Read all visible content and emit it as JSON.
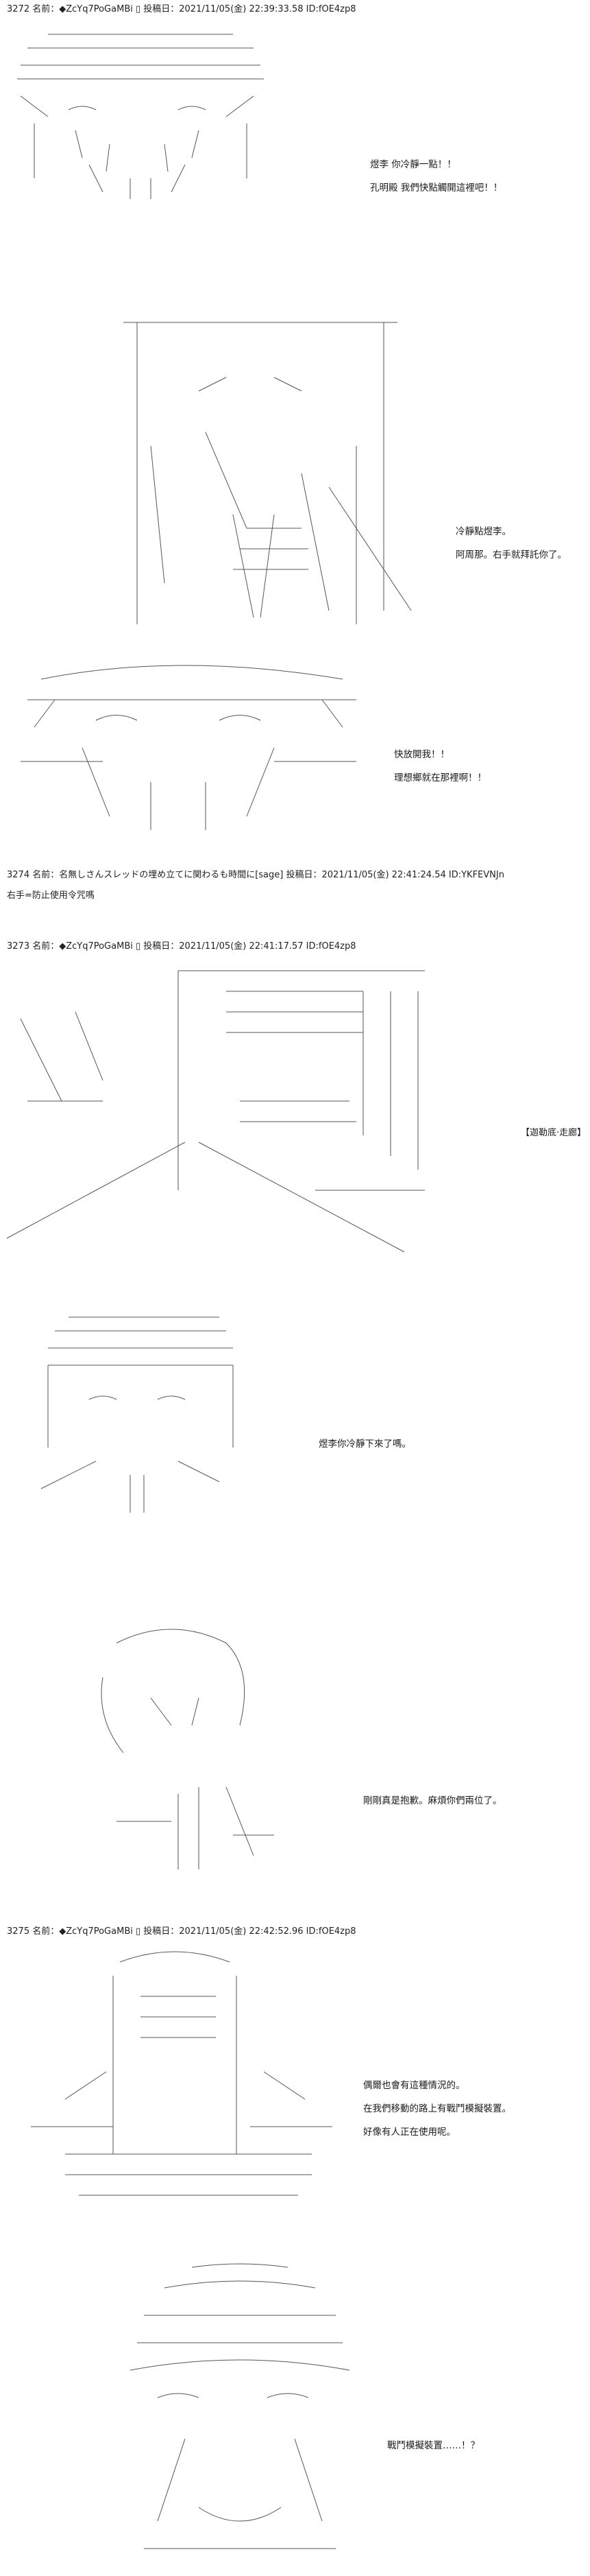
{
  "posts": [
    {
      "header": "3272 名前：◆ZcYq7PoGaMBi ▯ 投稿日：2021/11/05(金) 22:39:33.58 ID:fOE4zp8",
      "panels": [
        {
          "lines": [
            "煜李 你冷靜一點！！",
            "孔明殿 我們快點觸開這裡吧！！"
          ]
        },
        {
          "lines": [
            "冷靜點煜李。",
            "阿周那。右手就拜託你了。"
          ]
        },
        {
          "lines": [
            "快放開我！！",
            "理想鄉就在那裡啊！！"
          ]
        }
      ]
    },
    {
      "header": "3274 名前：名無しさんスレッドの埋め立てに関わるも時間に[sage] 投稿日：2021/11/05(金) 22:41:24.54 ID:YKFEVNJn",
      "body": "右手=防止使用令咒嗎"
    },
    {
      "header": "3273 名前：◆ZcYq7PoGaMBi ▯ 投稿日：2021/11/05(金) 22:41:17.57 ID:fOE4zp8",
      "panels": [
        {
          "label": "【迦勒底·走廊】"
        },
        {
          "lines": [
            "煜李你冷靜下來了嗎。"
          ]
        },
        {
          "lines": [
            "剛剛真是抱歉。麻煩你們兩位了。"
          ]
        }
      ]
    },
    {
      "header": "3275 名前：◆ZcYq7PoGaMBi ▯ 投稿日：2021/11/05(金) 22:42:52.96 ID:fOE4zp8",
      "panels": [
        {
          "lines": [
            "偶爾也會有這種情況的。",
            "在我們移動的路上有戰鬥模擬裝置。",
            "好像有人正在使用呢。"
          ]
        },
        {
          "lines": [
            "戰鬥模擬裝置……！？"
          ]
        }
      ]
    }
  ]
}
